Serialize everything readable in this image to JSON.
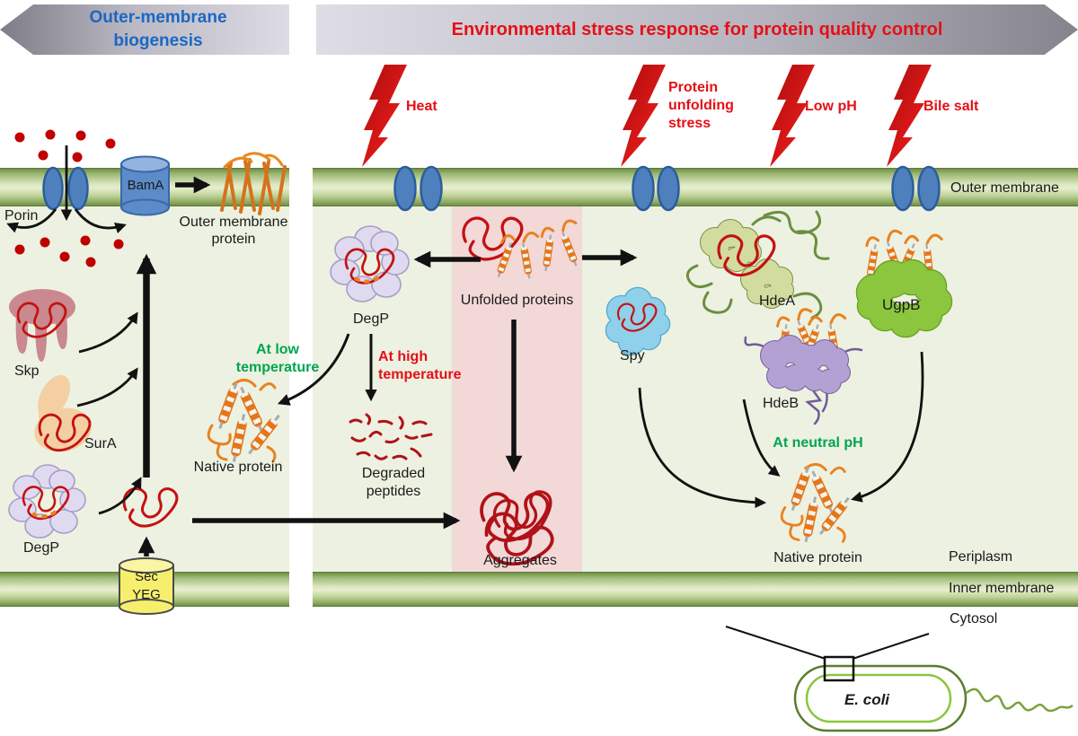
{
  "banners": {
    "left": "Outer-membrane biogenesis",
    "right": "Environmental stress response for protein quality control"
  },
  "stressors": {
    "heat": "Heat",
    "unfolding": "Protein unfolding stress",
    "low_ph": "Low pH",
    "bile_salt": "Bile salt"
  },
  "left_panel": {
    "porin": "Porin",
    "bama": "BamA",
    "omp": "Outer membrane protein",
    "skp": "Skp",
    "sura": "SurA",
    "degp": "DegP",
    "secyeg": "Sec YEG"
  },
  "center": {
    "degp": "DegP",
    "unfolded": "Unfolded proteins",
    "at_low_temperature": "At low temperature",
    "at_high_temperature": "At high temperature",
    "native_protein": "Native protein",
    "degraded_peptides": "Degraded peptides",
    "aggregates": "Aggregates"
  },
  "right_panel": {
    "spy": "Spy",
    "hdea": "HdeA",
    "ugpb": "UgpB",
    "hdeb": "HdeB",
    "at_neutral_ph": "At neutral pH",
    "native_protein": "Native protein"
  },
  "compartments": {
    "outer_membrane": "Outer membrane",
    "periplasm": "Periplasm",
    "inner_membrane": "Inner membrane",
    "cytosol": "Cytosol"
  },
  "organism": {
    "name": "E. coli"
  },
  "colors": {
    "banner_left_text": "#1b67c3",
    "banner_right_text": "#e60f16",
    "stress_red": "#e60f16",
    "condition_green": "#00a551",
    "membrane_green": "#7d9b4e",
    "pink_band": "#f3d8d8",
    "panel_bg": "#edf1e1"
  }
}
